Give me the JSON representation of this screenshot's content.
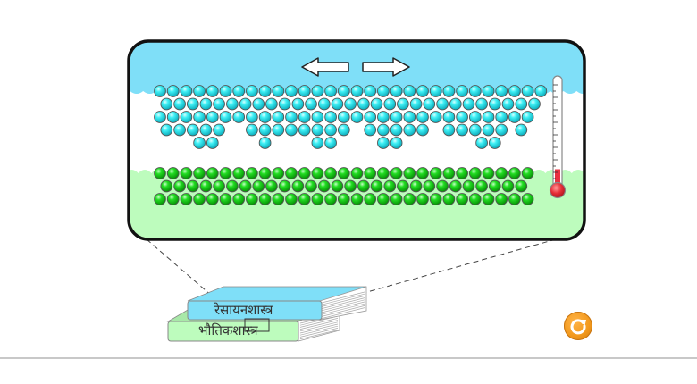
{
  "simulation": {
    "top_layer_color": "#29e3f0",
    "bottom_layer_color": "#1fd11f",
    "top_background": "#7fdff8",
    "bottom_background": "#bdfcbd",
    "top_rows": [
      {
        "count": 30,
        "offset": 0
      },
      {
        "count": 29,
        "offset": 0.5
      },
      {
        "count": 29,
        "offset": 0
      },
      {
        "groups": [
          [
            0.5,
            5
          ],
          [
            7,
            8
          ],
          [
            16,
            5
          ],
          [
            22,
            5
          ],
          [
            27.5,
            1
          ]
        ]
      },
      {
        "positions": [
          3,
          4,
          8,
          12,
          13,
          17,
          18,
          24.5,
          25.5
        ]
      }
    ],
    "bottom_rows": [
      {
        "count": 29,
        "offset": 0
      },
      {
        "count": 28,
        "offset": 0.5
      },
      {
        "count": 29,
        "offset": 0
      }
    ],
    "thermometer_level": 0.18,
    "arrows": {
      "left": "move-left",
      "right": "move-right"
    }
  },
  "books": {
    "top": {
      "label": "रेसायनशास्त्र",
      "color": "#7fdff8"
    },
    "bottom": {
      "label": "भौतिकशास्त्र",
      "color": "#bdfcbd"
    }
  },
  "controls": {
    "reset": "reset"
  }
}
